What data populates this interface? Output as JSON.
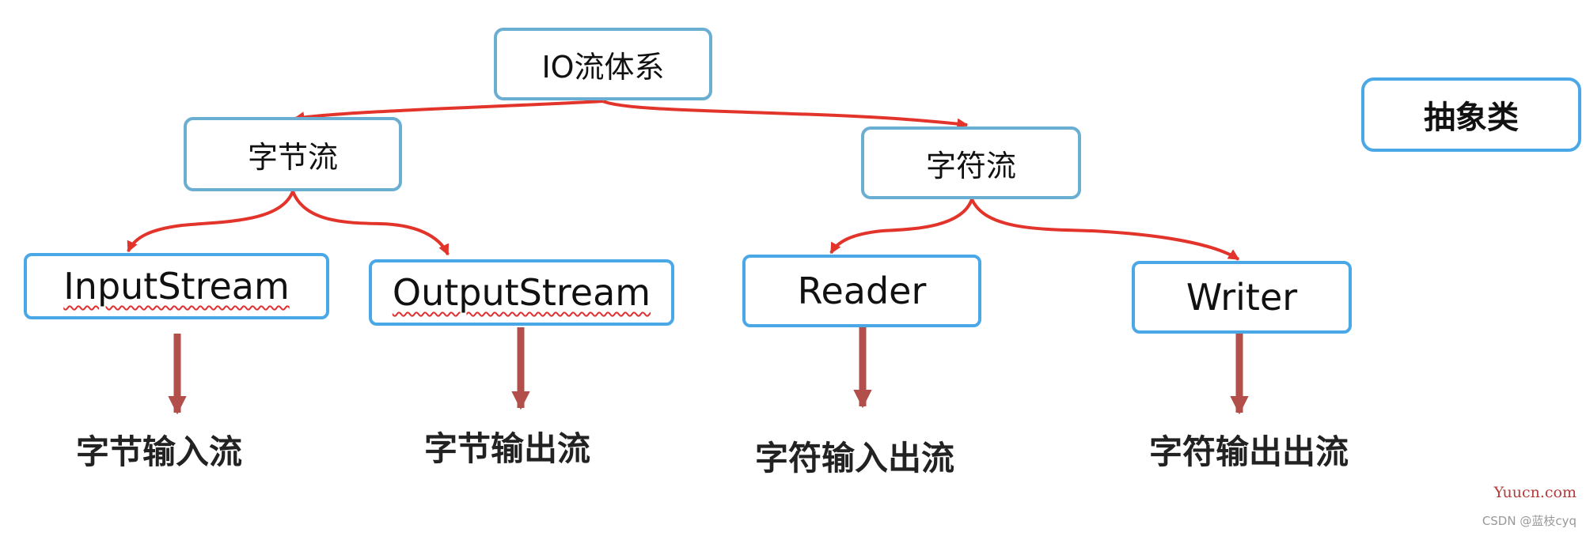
{
  "diagram": {
    "root": {
      "label": "IO流体系"
    },
    "categories": [
      {
        "label": "字节流"
      },
      {
        "label": "字符流"
      }
    ],
    "classes": [
      {
        "label": "InputStream",
        "description": "字节输入流"
      },
      {
        "label": "OutputStream",
        "description": "字节输出流"
      },
      {
        "label": "Reader",
        "description": "字符输入出流"
      },
      {
        "label": "Writer",
        "description": "字符输出出流"
      }
    ],
    "legend": {
      "label": "抽象类"
    },
    "colors": {
      "tree_edge": "#e2342a",
      "desc_arrow": "#b24f4a",
      "category_border": "#6aaed2",
      "class_border": "#4aa8e6"
    }
  },
  "watermark": {
    "site": "Yuucn.com",
    "author": "CSDN @蓝枝cyq"
  }
}
